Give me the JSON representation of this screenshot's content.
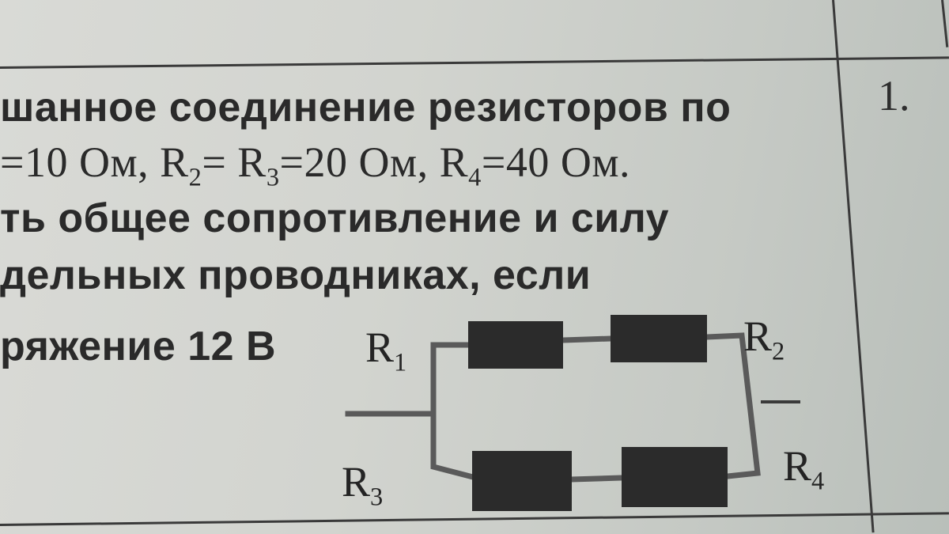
{
  "worksheet": {
    "task_number": "1.",
    "lines": [
      "шанное  соединение резисторов по",
      "=10 Ом, R",
      "ть  общее сопротивление  и  силу",
      "дельных  проводниках, если",
      "ряжение  12 В"
    ],
    "line2_parts": {
      "p1": "=10 Ом, R",
      "s1": "2",
      "p2": "= R",
      "s2": "3",
      "p3": "=20 Ом, R",
      "s3": "4",
      "p4": "=40 Ом."
    },
    "line5_label": "R",
    "line5_sub": "1"
  },
  "circuit": {
    "resistors": [
      {
        "name": "R",
        "sub": "1",
        "value": "10 Ом"
      },
      {
        "name": "R",
        "sub": "2",
        "value": "20 Ом"
      },
      {
        "name": "R",
        "sub": "3",
        "value": "20 Ом"
      },
      {
        "name": "R",
        "sub": "4",
        "value": "40 Ом"
      }
    ],
    "voltage": "12 В",
    "colors": {
      "resistor": "#2b2b2b",
      "wire": "#5a5a5a"
    }
  }
}
